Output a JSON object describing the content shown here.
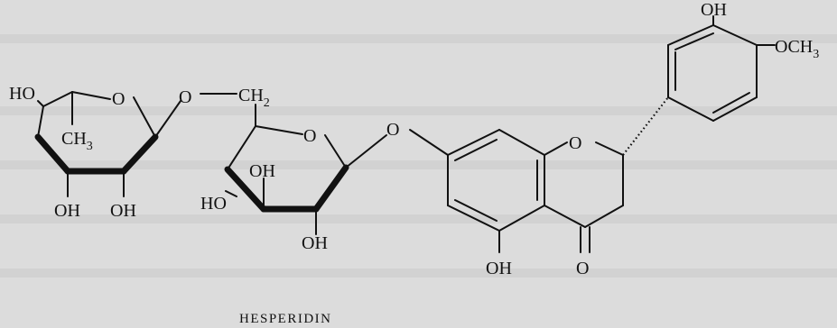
{
  "caption": "HESPERIDIN",
  "labels": {
    "rham_ho": "HO",
    "rham_ring_o": "O",
    "rham_ch3": "CH",
    "sub_3": "3",
    "link_o": "O",
    "link_ch2": "CH",
    "sub_2": "2",
    "glc_ring_o": "O",
    "glc_oh_inner": "OH",
    "glc_ho": "HO",
    "glc_oh_bottom": "OH",
    "rham_oh_left": "OH",
    "rham_oh_right": "OH",
    "glyc_o": "O",
    "pyran_o": "O",
    "carbonyl_o": "O",
    "oh_5": "OH",
    "oh_3p": "OH",
    "och3": "OCH"
  }
}
